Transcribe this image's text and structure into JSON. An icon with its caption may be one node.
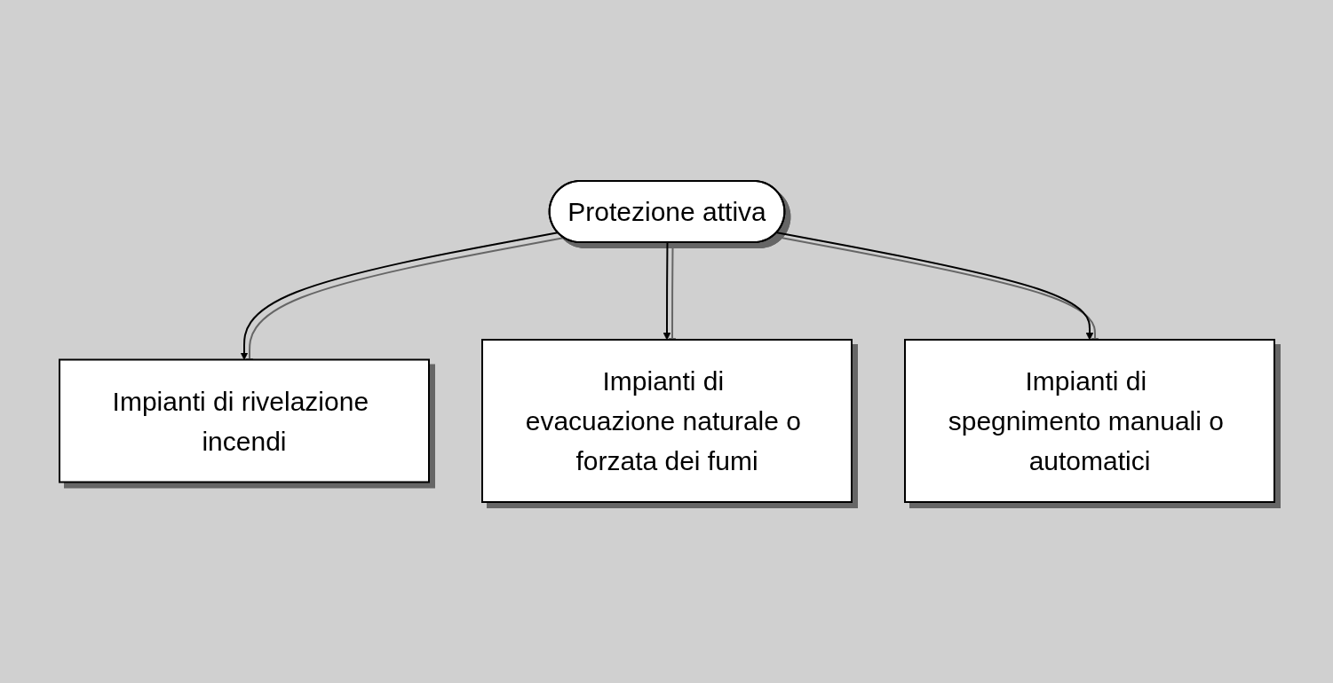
{
  "diagram": {
    "nodes": [
      {
        "text": [
          "Protezione attiva"
        ]
      },
      {
        "text": [
          "Impianti di rivelazione incendi"
        ]
      },
      {
        "text": [
          "Impianti di evacuazione naturale o forzata dei fumi"
        ]
      },
      {
        "text": [
          "Impianti di spegnimento manuali o automatici"
        ]
      }
    ],
    "edges": [
      {
        "from": 0,
        "to": 1,
        "arrow": "to"
      },
      {
        "from": 0,
        "to": 2,
        "arrow": "to"
      },
      {
        "from": 0,
        "to": 3,
        "arrow": "to"
      }
    ]
  }
}
